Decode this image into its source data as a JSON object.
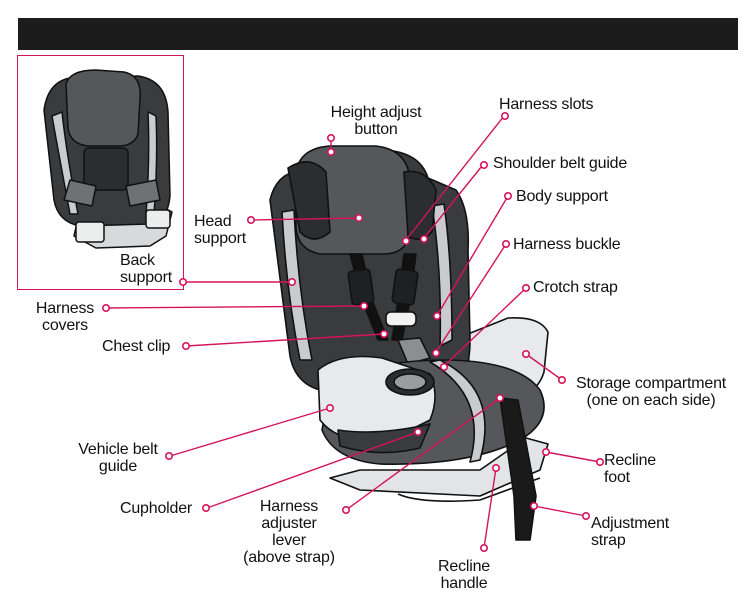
{
  "colors": {
    "accent": "#d4145a",
    "header_bar": "#1c1c1c",
    "seat_dark": "#3a3b3d",
    "seat_mid": "#6f7173",
    "seat_light": "#c9cbcc",
    "outline": "#111111"
  },
  "labels": {
    "height_adjust_button": "Height adjust\nbutton",
    "harness_slots": "Harness slots",
    "shoulder_belt_guide": "Shoulder belt guide",
    "body_support": "Body support",
    "harness_buckle": "Harness buckle",
    "crotch_strap": "Crotch strap",
    "head_support": "Head\nsupport",
    "back_support": "Back\nsupport",
    "harness_covers": "Harness\ncovers",
    "chest_clip": "Chest clip",
    "storage_compartment": "Storage compartment\n(one on each side)",
    "vehicle_belt_guide": "Vehicle belt\nguide",
    "recline_foot": "Recline\nfoot",
    "cupholder": "Cupholder",
    "harness_adjuster_lever": "Harness\nadjuster\nlever\n(above strap)",
    "adjustment_strap": "Adjustment\nstrap",
    "recline_handle": "Recline\nhandle"
  }
}
